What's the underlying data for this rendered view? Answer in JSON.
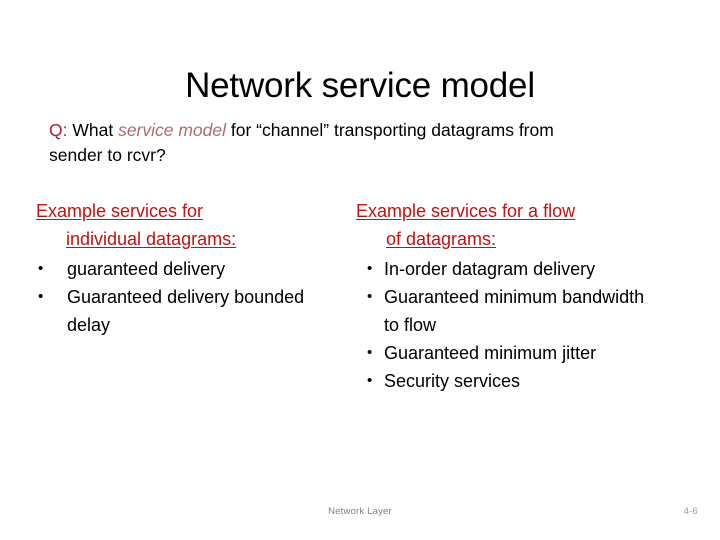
{
  "slide": {
    "title": "Network service model",
    "question": {
      "marker": "Q:",
      "part1": " What ",
      "emphasis": "service model",
      "part2": " for “channel” transporting datagrams from sender to rcvr?"
    },
    "columns": [
      {
        "heading_line1": "Example services for",
        "heading_line2": "individual datagrams:",
        "bullets": [
          "guaranteed delivery",
          "Guaranteed delivery bounded delay"
        ]
      },
      {
        "heading_line1": "Example services for a flow",
        "heading_line2": "of datagrams:",
        "bullets": [
          "In-order datagram delivery",
          "Guaranteed minimum bandwidth to flow",
          "Guaranteed minimum jitter",
          "Security services"
        ]
      }
    ],
    "footer": {
      "center": "Network Layer",
      "page": "4-6"
    },
    "colors": {
      "heading_red": "#C21111",
      "question_marker_red": "#A32638",
      "question_emphasis_rose": "#B36B6B",
      "body_black": "#000000",
      "footer_gray": "#808080",
      "background": "#FFFFFF"
    }
  }
}
